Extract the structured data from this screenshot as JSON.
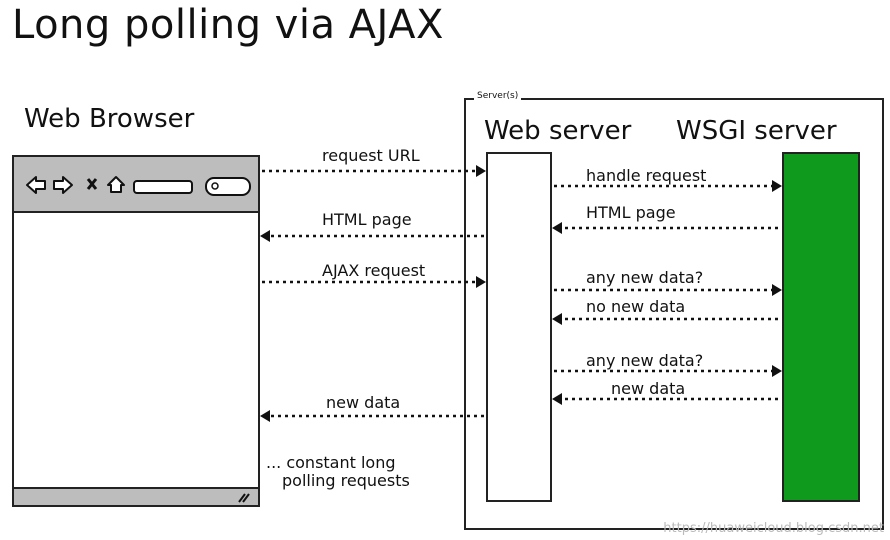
{
  "title": "Long polling via AJAX",
  "browser": {
    "label": "Web Browser"
  },
  "servers": {
    "group_label": "Server(s)",
    "web_server_label": "Web server",
    "wsgi_server_label": "WSGI server"
  },
  "messages": {
    "request_url": "request URL",
    "html_page_to_browser": "HTML page",
    "ajax_request": "AJAX request",
    "new_data_to_browser": "new data",
    "handle_request": "handle request",
    "html_page_from_wsgi": "HTML page",
    "any_new_data_1": "any new data?",
    "no_new_data": "no new data",
    "any_new_data_2": "any new data?",
    "new_data_from_wsgi": "new data"
  },
  "note": {
    "line1": "... constant long",
    "line2": "polling requests"
  },
  "watermark": "https://huaweicloud.blog.csdn.net",
  "colors": {
    "wsgi_fill": "#0f9a1e",
    "chrome_gray": "#bdbdbd"
  }
}
